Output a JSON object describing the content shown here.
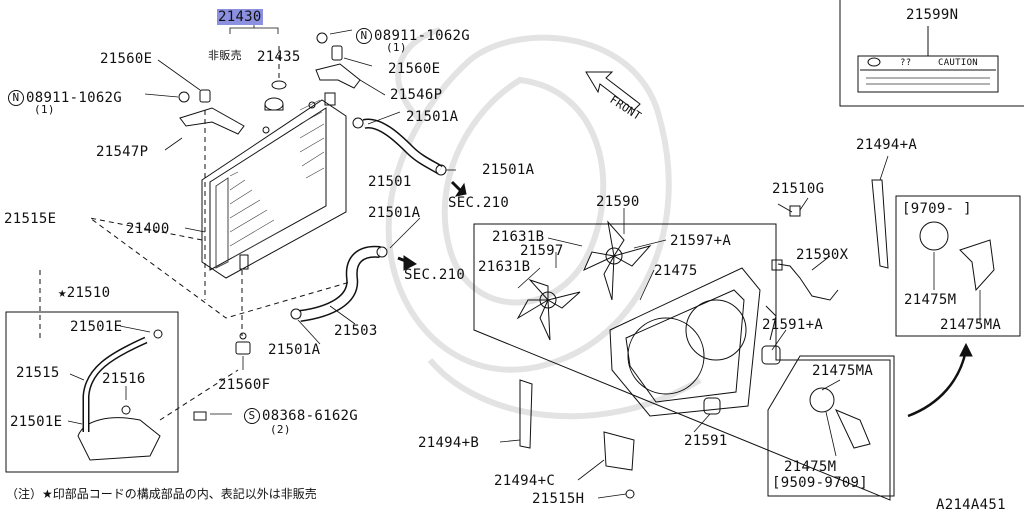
{
  "labels": {
    "p21430": "21430",
    "not_for_sale": "非販売",
    "p21435": "21435",
    "p21560e_left": "21560E",
    "n_left_prefix": "N",
    "bolt_left": "08911-1062G",
    "bolt_left_qty": "(1)",
    "p21547p": "21547P",
    "n_right_prefix": "N",
    "bolt_right": "08911-1062G",
    "bolt_right_qty": "(1)",
    "p21560e_right": "21560E",
    "p21546p": "21546P",
    "p21501a_1": "21501A",
    "p21501_hose": "21501",
    "p21501a_2": "21501A",
    "sec210_1": "SEC.210",
    "p21501a_3": "21501A",
    "sec210_2": "SEC.210",
    "p21400": "21400",
    "p21515e": "21515E",
    "p21510": "★21510",
    "p21501e_1": "21501E",
    "p21515": "21515",
    "p21516": "21516",
    "p21501e_2": "21501E",
    "p21503": "21503",
    "p21501a_4": "21501A",
    "p21560f": "21560F",
    "s_prefix": "S",
    "screw": "08368-6162G",
    "screw_qty": "(2)",
    "front": "FRONT",
    "p21599n": "21599N",
    "caution_q": "??",
    "caution_word": "CAUTION",
    "p21590": "21590",
    "p21631b_1": "21631B",
    "p21597": "21597",
    "p21597a": "21597+A",
    "p21631b_2": "21631B",
    "p21475": "21475",
    "p21510g": "21510G",
    "p21590x": "21590X",
    "p21591a": "21591+A",
    "p21591": "21591",
    "p21494a": "21494+A",
    "date_upper": "[9709-    ]",
    "p21475m_upper": "21475M",
    "p21475ma_upper": "21475MA",
    "p21475ma_lower": "21475MA",
    "p21475m_lower": "21475M",
    "date_lower": "[9509-9709]",
    "p21494b": "21494+B",
    "p21494c": "21494+C",
    "p21515h": "21515H",
    "footnote": "（注）★印部品コードの構成部品の内、表記以外は非販売",
    "figure_code": "A214A451"
  }
}
